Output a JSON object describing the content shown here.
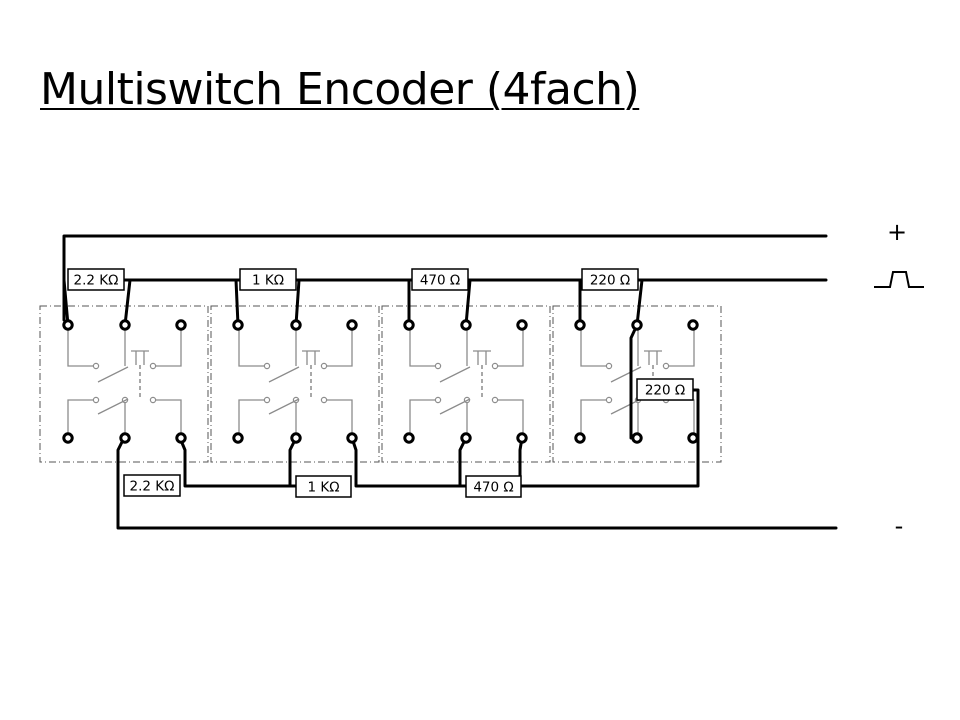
{
  "title": "Multiswitch Encoder (4fach)",
  "terminals": {
    "plus": "+",
    "minus": "-"
  },
  "resistors": {
    "top": [
      "2.2 KΩ",
      "1 KΩ",
      "470 Ω",
      "220 Ω"
    ],
    "extra": "220 Ω",
    "bottom": [
      "2.2 KΩ",
      "1 KΩ",
      "470 Ω"
    ]
  },
  "colors": {
    "wire": "#000000",
    "switch": "#8c8c8c",
    "frame": "#555555"
  }
}
